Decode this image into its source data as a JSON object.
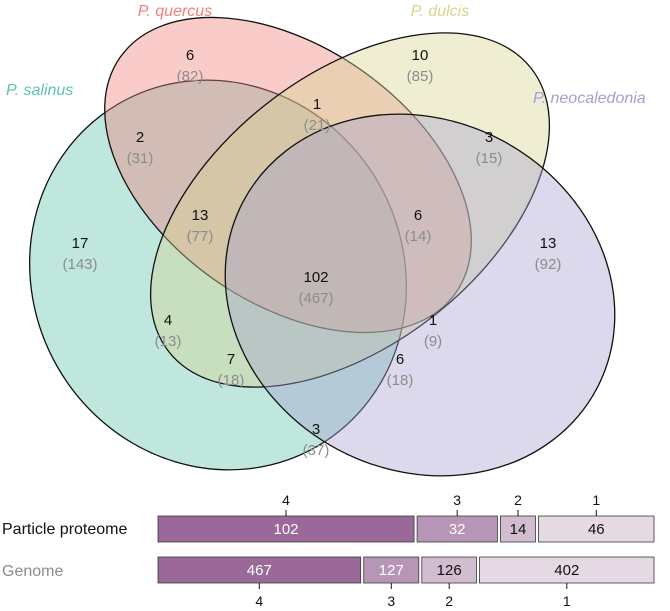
{
  "species": {
    "salinus": {
      "name": "P. salinus",
      "color": "#5ec4ad"
    },
    "quercus": {
      "name": "P. quercus",
      "color": "#f0807a"
    },
    "dulcis": {
      "name": "P. dulcis",
      "color": "#d8d490"
    },
    "neocaledonia": {
      "name": "P. neocaledonia",
      "color": "#a6a0cc"
    }
  },
  "regions": [
    {
      "id": "q-only",
      "count": "6",
      "genome": "(82)"
    },
    {
      "id": "d-only",
      "count": "10",
      "genome": "(85)"
    },
    {
      "id": "s-only",
      "count": "17",
      "genome": "(143)"
    },
    {
      "id": "n-only",
      "count": "13",
      "genome": "(92)"
    },
    {
      "id": "s-q",
      "count": "2",
      "genome": "(31)"
    },
    {
      "id": "q-d",
      "count": "1",
      "genome": "(21)"
    },
    {
      "id": "d-n",
      "count": "3",
      "genome": "(15)"
    },
    {
      "id": "s-q-d",
      "count": "13",
      "genome": "(77)"
    },
    {
      "id": "q-d-n",
      "count": "6",
      "genome": "(14)"
    },
    {
      "id": "all",
      "count": "102",
      "genome": "(467)"
    },
    {
      "id": "s-d",
      "count": "4",
      "genome": "(13)"
    },
    {
      "id": "q-n",
      "count": "1",
      "genome": "(9)"
    },
    {
      "id": "s-d-n",
      "count": "7",
      "genome": "(18)"
    },
    {
      "id": "s-q-n",
      "count": "6",
      "genome": "(18)"
    },
    {
      "id": "s-n",
      "count": "3",
      "genome": "(37)"
    }
  ],
  "bars": {
    "colors": {
      "4": "#9a6899",
      "3": "#b795b6",
      "2": "#d1bcd0",
      "1": "#e5d9e4"
    },
    "text_colors": {
      "4": "#ffffff",
      "3": "#ffffff",
      "2": "#111111",
      "1": "#111111"
    },
    "proteome": {
      "label": "Particle proteome",
      "label_color": "#111111",
      "segments": [
        {
          "level": "4",
          "value": 102
        },
        {
          "level": "3",
          "value": 32
        },
        {
          "level": "2",
          "value": 14
        },
        {
          "level": "1",
          "value": 46
        }
      ]
    },
    "genome": {
      "label": "Genome",
      "label_color": "#8c8c8c",
      "segments": [
        {
          "level": "4",
          "value": 467
        },
        {
          "level": "3",
          "value": 127
        },
        {
          "level": "2",
          "value": 126
        },
        {
          "level": "1",
          "value": 402
        }
      ]
    }
  }
}
